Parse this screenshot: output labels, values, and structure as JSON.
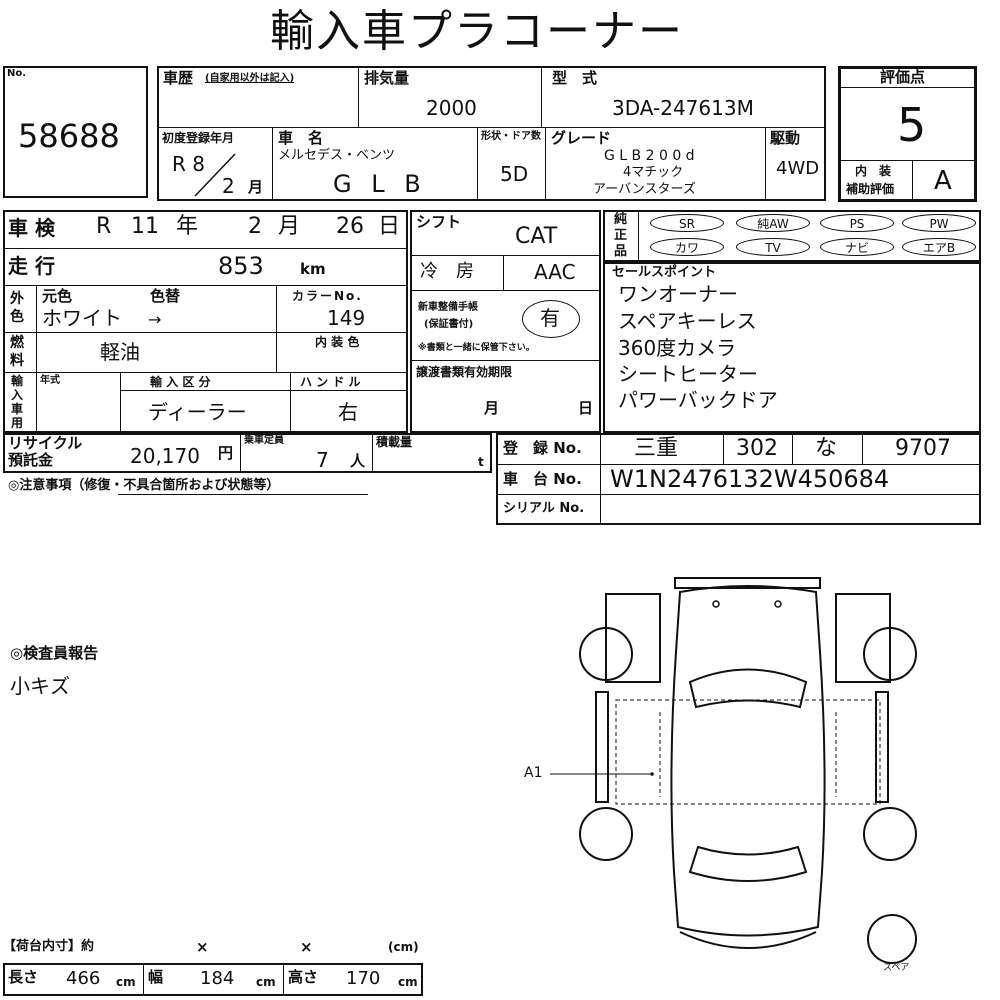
{
  "title": "輸入車プラコーナー",
  "lot": {
    "label": "No.",
    "value": "58688"
  },
  "history": {
    "label": "車歴",
    "note": "(自家用以外は記入)"
  },
  "displacement": {
    "label": "排気量",
    "value": "2000"
  },
  "model_type": {
    "label": "型　式",
    "value": "3DA-247613M"
  },
  "score": {
    "label": "評価点",
    "value": "5",
    "interior_label_1": "内　装",
    "interior_label_2": "補助評価",
    "interior_value": "A"
  },
  "first_reg": {
    "label": "初度登録年月",
    "era_year": "R 8",
    "month": "2",
    "month_unit": "月"
  },
  "car_name": {
    "label": "車　名",
    "maker": "メルセデス・ベンツ",
    "model": "G L B"
  },
  "body": {
    "label": "形状・ドア数",
    "value": "5D"
  },
  "grade": {
    "label": "グレード",
    "line1": "G L B 2 0 0 d",
    "line2": "4マチック",
    "line3": "アーバンスターズ"
  },
  "drive": {
    "label": "駆動",
    "value": "4WD"
  },
  "inspection": {
    "label": "車 検",
    "era": "R",
    "year": "11",
    "year_unit": "年",
    "month": "2",
    "month_unit": "月",
    "day": "26",
    "day_unit": "日"
  },
  "shift": {
    "label": "シフト",
    "value": "CAT"
  },
  "equipment": {
    "label": "純正品",
    "items": [
      "SR",
      "純AW",
      "PS",
      "PW",
      "カワ",
      "TV",
      "ナビ",
      "エアB"
    ]
  },
  "mileage": {
    "label": "走 行",
    "value": "853",
    "unit": "km"
  },
  "aircon": {
    "label": "冷　房",
    "value": "AAC"
  },
  "selling_points": {
    "label": "セールスポイント",
    "items": [
      "ワンオーナー",
      "スペアキーレス",
      "360度カメラ",
      "シートヒーター",
      "パワーバックドア"
    ]
  },
  "color": {
    "group_label": "外色",
    "orig_label": "元色",
    "change_label": "色替",
    "value": "ホワイト",
    "arrow": "→",
    "code_label": "カラーNo.",
    "code": "149"
  },
  "manual": {
    "label_1": "新車整備手帳",
    "label_2": "(保証書付)",
    "value": "有",
    "note": "※書類と一緒に保管下さい。"
  },
  "fuel": {
    "label": "燃料",
    "value": "軽油",
    "interior_color_label": "内 装 色"
  },
  "import": {
    "group_label": "輸入車用",
    "year_label": "年式",
    "type_label": "輸 入 区 分",
    "type_value": "ディーラー",
    "handle_label": "ハ ン ド ル",
    "handle_value": "右"
  },
  "transfer": {
    "label": "譲渡書類有効期限",
    "month_unit": "月",
    "day_unit": "日"
  },
  "recycle": {
    "label_1": "リサイクル",
    "label_2": "預託金",
    "value": "20,170",
    "unit": "円"
  },
  "capacity": {
    "label": "乗車定員",
    "value": "7",
    "unit": "人"
  },
  "load": {
    "label": "積載量",
    "unit": "t"
  },
  "registration": {
    "label": "登　録 No.",
    "pref": "三重",
    "class_no": "302",
    "kana": "な",
    "number": "9707"
  },
  "chassis": {
    "label": "車　台 No.",
    "value": "W1N2476132W450684"
  },
  "serial": {
    "label": "シリアル No."
  },
  "notes": {
    "label": "◎注意事項（修復・不具合箇所および状態等）"
  },
  "inspector": {
    "label": "◎検査員報告",
    "value": "小キズ"
  },
  "diagram": {
    "mark": "A1",
    "spare": "スペア"
  },
  "cargo": {
    "label": "【荷台内寸】約",
    "x1": "×",
    "x2": "×",
    "unit_cm": "(cm)"
  },
  "dims": {
    "length_label": "長さ",
    "length": "466",
    "width_label": "幅",
    "width": "184",
    "height_label": "高さ",
    "height": "170",
    "unit": "cm"
  }
}
